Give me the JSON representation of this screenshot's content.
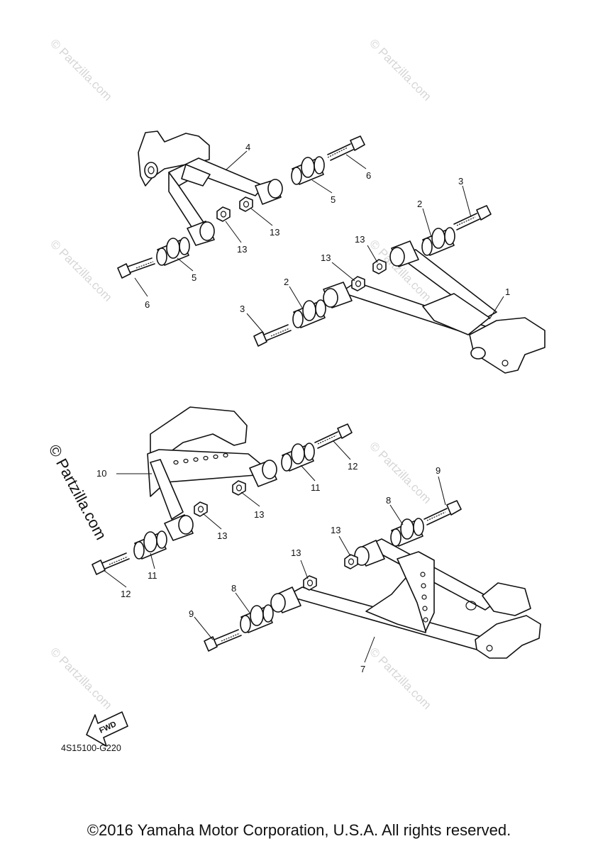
{
  "watermark": {
    "text": "© Partzilla.com"
  },
  "callouts": {
    "part_1": "1",
    "part_2": "2",
    "part_3": "3",
    "part_4": "4",
    "part_5": "5",
    "part_6": "6",
    "part_7": "7",
    "part_8": "8",
    "part_9": "9",
    "part_10": "10",
    "part_11": "11",
    "part_12": "12",
    "part_13": "13"
  },
  "fwd_label": "FWD",
  "diagram_code": "4S15100-G220",
  "copyright": "©2016 Yamaha Motor Corporation, U.S.A. All rights reserved."
}
